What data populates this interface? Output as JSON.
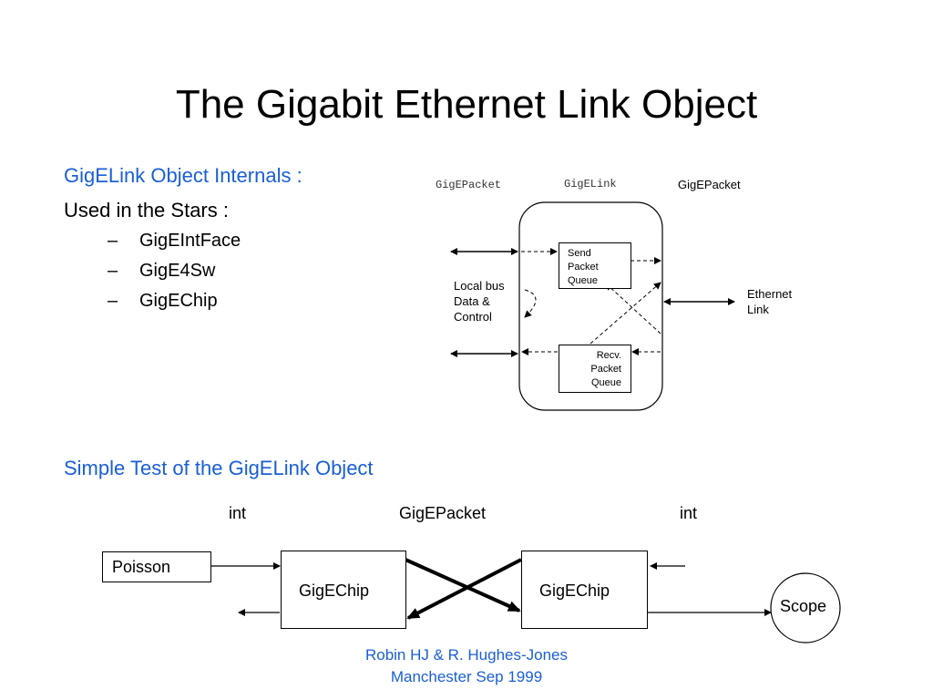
{
  "title": "The Gigabit Ethernet Link Object",
  "internals": {
    "heading": "GigELink Object Internals :",
    "used_in": "Used in the Stars :",
    "items": [
      "GigEIntFace",
      "GigE4Sw",
      "GigEChip"
    ],
    "dash": "–"
  },
  "link_diagram": {
    "left_label": "GigEPacket",
    "center_label": "GigELink",
    "right_label": "GigEPacket",
    "send_queue": [
      "Send",
      "Packet",
      "Queue"
    ],
    "recv_queue": [
      "Recv.",
      "Packet",
      "Queue"
    ],
    "local_bus": [
      "Local bus",
      "Data &",
      "Control"
    ],
    "ethernet": [
      "Ethernet",
      "Link"
    ]
  },
  "test": {
    "heading": "Simple Test of the GigELink Object",
    "label_int_left": "int",
    "label_packet": "GigEPacket",
    "label_int_right": "int",
    "poisson": "Poisson",
    "chip_left": "GigEChip",
    "chip_right": "GigEChip",
    "scope": "Scope"
  },
  "footer": {
    "line1": "Robin HJ & R. Hughes-Jones",
    "line2": "Manchester Sep 1999"
  },
  "colors": {
    "accent": "#1a5fd6"
  }
}
